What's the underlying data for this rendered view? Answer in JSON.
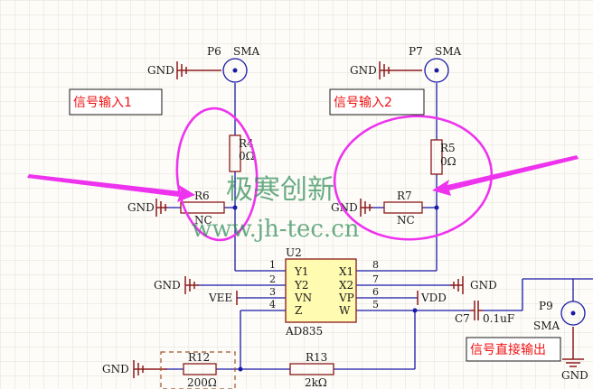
{
  "colors": {
    "grid": "#e2e0d6",
    "wire": "#1a1aa8",
    "component": "#8b1a1a",
    "label_text": "#1a1a1a",
    "note_text": "#ee1111",
    "annotation": "#ee33ee",
    "watermark": "#2e8b57"
  },
  "connectors": {
    "p6": {
      "designator": "P6",
      "type": "SMA"
    },
    "p7": {
      "designator": "P7",
      "type": "SMA"
    },
    "p9": {
      "designator": "P9",
      "type": "SMA"
    }
  },
  "notes": {
    "input1": "信号输入1",
    "input2": "信号输入2",
    "output": "信号直接输出"
  },
  "resistors": {
    "r4": {
      "designator": "R4",
      "value": "0Ω"
    },
    "r5": {
      "designator": "R5",
      "value": "0Ω"
    },
    "r6": {
      "designator": "R6",
      "value": "NC"
    },
    "r7": {
      "designator": "R7",
      "value": "NC"
    },
    "r12": {
      "designator": "R12",
      "value": "200Ω"
    },
    "r13": {
      "designator": "R13",
      "value": "2kΩ"
    }
  },
  "capacitors": {
    "c7": {
      "designator": "C7",
      "value": "0.1uF"
    }
  },
  "ic": {
    "designator": "U2",
    "part": "AD835",
    "left_pins": [
      {
        "num": "1",
        "name": "Y1"
      },
      {
        "num": "2",
        "name": "Y2"
      },
      {
        "num": "3",
        "name": "VN"
      },
      {
        "num": "4",
        "name": "Z"
      }
    ],
    "right_pins": [
      {
        "num": "8",
        "name": "X1"
      },
      {
        "num": "7",
        "name": "X2"
      },
      {
        "num": "6",
        "name": "VP"
      },
      {
        "num": "5",
        "name": "W"
      }
    ]
  },
  "nets": {
    "gnd": "GND",
    "vee": "VEE",
    "vdd": "VDD"
  },
  "watermark": {
    "line1": "极寒创新",
    "line2": "www.jh-tec.cn"
  }
}
